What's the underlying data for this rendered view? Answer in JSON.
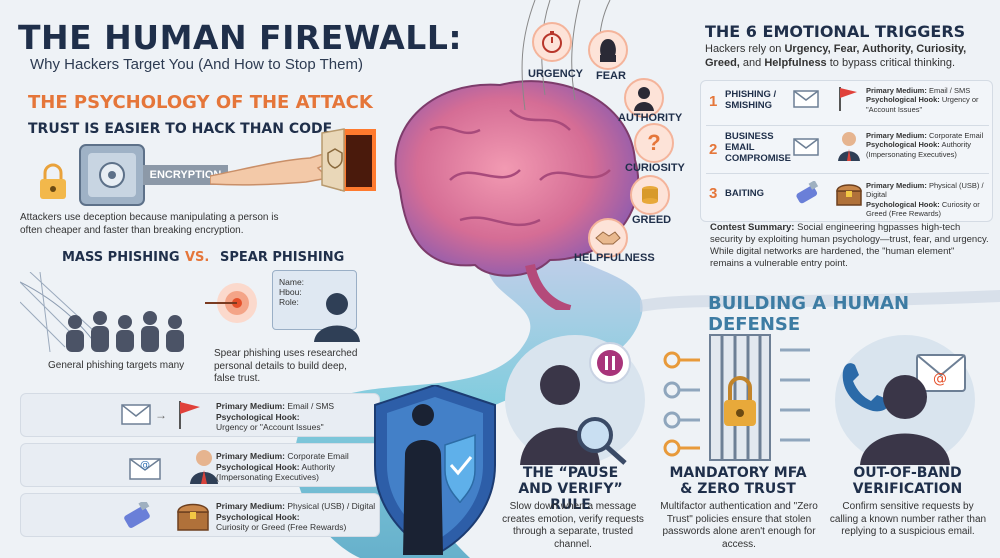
{
  "header": {
    "title": "THE HUMAN FIREWALL:",
    "subtitle": "Why Hackers Target You (And How to Stop Them)"
  },
  "psychology": {
    "heading": "THE PSYCHOLOGY OF THE ATTACK",
    "subheading": "TRUST IS EASIER TO HACK THAN CODE",
    "encryption_label": "ENCRYPTION",
    "desc": "Attackers use deception because manipulating a person is often cheaper and faster than breaking encryption."
  },
  "phishing": {
    "mass_label": "MASS PHISHING",
    "vs_label": "VS.",
    "spear_label": "SPEAR PHISHING",
    "mass_desc": "General phishing targets many",
    "spear_desc": "Spear phishing uses researched personal details to build deep, false trust.",
    "id_card_lines": [
      "Name:",
      "Hbou:",
      "Role:"
    ]
  },
  "left_cards": [
    {
      "medium_label": "Primary Medium:",
      "medium": "Email / SMS",
      "hook_label": "Psychological Hook:",
      "hook": "Urgency or \"Account Issues\""
    },
    {
      "medium_label": "Primary Medium:",
      "medium": "Corporate Email",
      "hook_label": "Psychological Hook:",
      "hook": "Authority (Impersonating Executives)"
    },
    {
      "medium_label": "Primary Medium:",
      "medium": "Physical (USB) / Digital",
      "hook_label": "Psychological Hook:",
      "hook": "Curiosity or Greed (Free Rewards)"
    }
  ],
  "brain_triggers": [
    "URGENCY",
    "FEAR",
    "AUTHORITY",
    "CURIOSITY",
    "GREED",
    "HELPFULNESS"
  ],
  "emotional": {
    "heading": "THE 6 EMOTIONAL TRIGGERS",
    "desc_prefix": "Hackers rely on ",
    "desc_bold": "Urgency, Fear, Authority, Curiosity, Greed,",
    "desc_mid": " and ",
    "desc_bold2": "Helpfulness",
    "desc_suffix": " to bypass critical thinking.",
    "rows": [
      {
        "num": "1",
        "name": "PHISHING / SMISHING",
        "medium_label": "Primary Medium:",
        "medium": "Email / SMS",
        "hook_label": "Psychological Hook:",
        "hook": "Urgency or \"Account Issues\""
      },
      {
        "num": "2",
        "name": "BUSINESS EMAIL COMPROMISE",
        "medium_label": "Primary Medium:",
        "medium": "Corporate Email",
        "hook_label": "Psychological Hook:",
        "hook": "Authority (Impersonating Executives)"
      },
      {
        "num": "3",
        "name": "BAITING",
        "medium_label": "Primary Medium:",
        "medium": "Physical (USB) / Digital",
        "hook_label": "Psychological Hook:",
        "hook": "Curiosity or Greed (Free Rewards)"
      }
    ],
    "summary_label": "Contest Summary:",
    "summary": " Social engineering hgpasses high-tech security by exploiting human psychology—trust, fear, and urgency. While digital networks are hardened, the \"human element\" remains a vulnerable entry point."
  },
  "defense": {
    "heading": "BUILDING A HUMAN DEFENSE",
    "items": [
      {
        "title": "THE “PAUSE AND VERIFY” RULE",
        "desc": "Slow down when a message creates emotion, verify requests through a separate, trusted channel."
      },
      {
        "title": "MANDATORY MFA & ZERO TRUST",
        "desc": "Multifactor authentication and \"Zero Trust\" policies ensure that stolen passwords alone aren't enough for access."
      },
      {
        "title": "OUT-OF-BAND VERIFICATION",
        "desc": "Confirm sensitive requests by calling a known number rather than replying to a suspicious email."
      }
    ]
  },
  "colors": {
    "accent": "#e5763a",
    "navy": "#1f2f4a",
    "brain": "#d9668f",
    "stream": "#4fb3c9"
  }
}
